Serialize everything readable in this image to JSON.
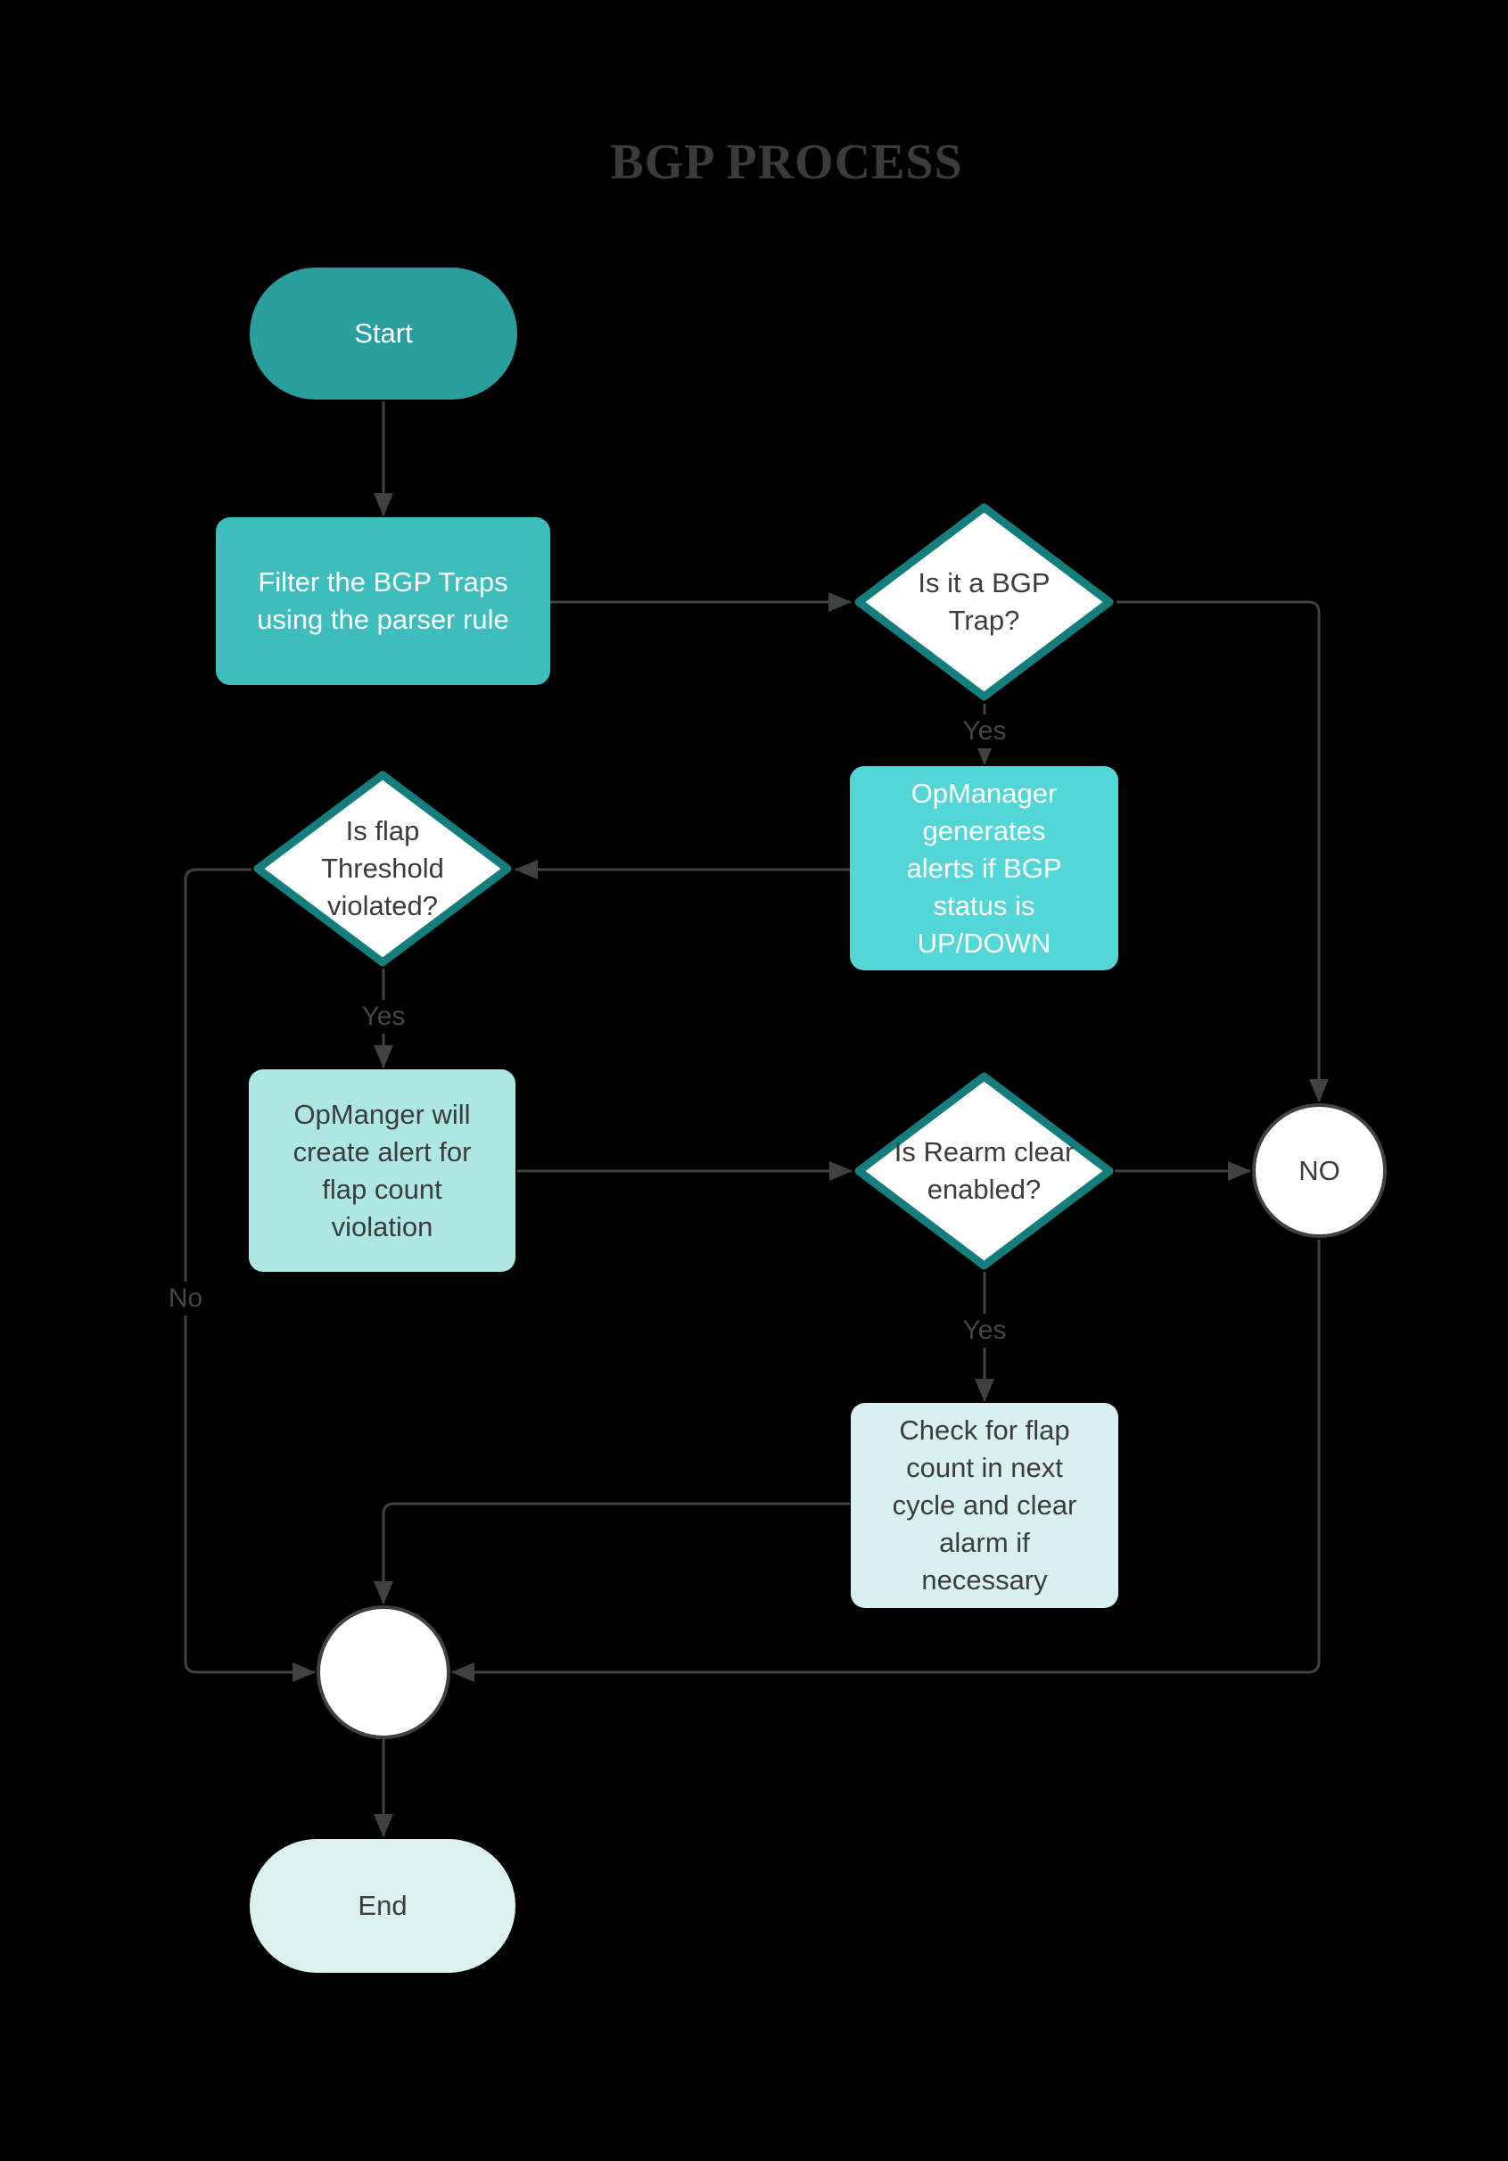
{
  "title": "BGP PROCESS",
  "colors": {
    "canvas-bg": "#000000",
    "teal-dark": "#2a9d9d",
    "teal-mid": "#3fbcbc",
    "teal-light": "#55d6d6",
    "aqua-pale": "#ade7e3",
    "mint-pale": "#d8f1f0",
    "mint-end": "#daf1ee",
    "diamond-border": "#157e7c",
    "diamond-fill": "#ffffff",
    "line": "#3e4242",
    "edge-label": "#434746",
    "title-color": "#3b3b3d",
    "text-light": "#ffffff",
    "text-dark": "#3c3c3c"
  },
  "nodes": {
    "start": {
      "type": "terminator",
      "label": "Start"
    },
    "filter": {
      "type": "process",
      "label": "Filter the BGP Traps\nusing the parser rule"
    },
    "is_bgp_trap": {
      "type": "decision",
      "label": "Is it a BGP\nTrap?"
    },
    "generate_alerts": {
      "type": "process",
      "label": "OpManager\ngenerates\nalerts if BGP\nstatus is\nUP/DOWN"
    },
    "is_flap_violated": {
      "type": "decision",
      "label": "Is flap\nThreshold\nviolated?"
    },
    "create_alert": {
      "type": "process",
      "label": "OpManger will\ncreate alert for\nflap count\nviolation"
    },
    "is_rearm_enabled": {
      "type": "decision",
      "label": "Is Rearm clear\nenabled?"
    },
    "no_connector": {
      "type": "connector",
      "label": "NO"
    },
    "check_flap": {
      "type": "process",
      "label": "Check for flap\ncount in next\ncycle and clear\nalarm if\nnecessary"
    },
    "junction": {
      "type": "connector",
      "label": ""
    },
    "end": {
      "type": "terminator",
      "label": "End"
    }
  },
  "edge_labels": {
    "bgp_trap_yes": "Yes",
    "flap_yes": "Yes",
    "rearm_yes": "Yes",
    "flap_no": "No"
  }
}
